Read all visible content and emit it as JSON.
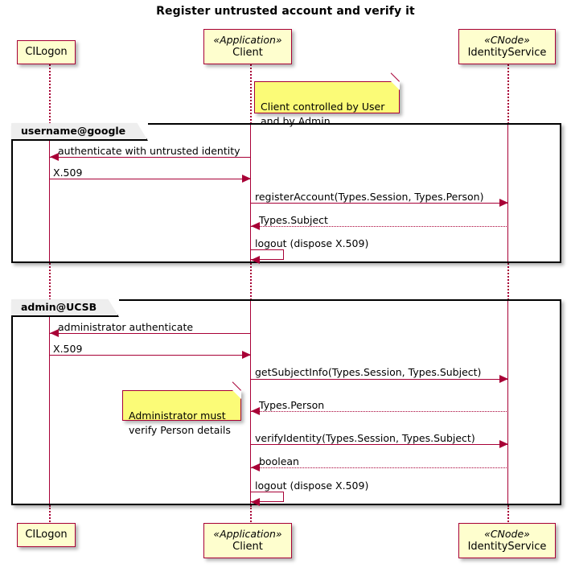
{
  "diagram": {
    "title": "Register untrusted account and verify it",
    "type": "sequence-diagram"
  },
  "colors": {
    "participant_fill": "#FEFECE",
    "participant_border": "#A80036",
    "note_fill": "#FBFB77",
    "arrow": "#A80036",
    "group_border": "#000000",
    "group_tab_fill": "#EEEEEE"
  },
  "participants": [
    {
      "id": "cilogon",
      "stereotype": "",
      "name": "CILogon"
    },
    {
      "id": "client",
      "stereotype": "«Application»",
      "name": "Client"
    },
    {
      "id": "identityservice",
      "stereotype": "«CNode»",
      "name": "IdentityService"
    }
  ],
  "notes": [
    {
      "id": "note-client-control",
      "text": "Client controlled by User\nand by Admin"
    },
    {
      "id": "note-admin-verify",
      "text": "Administrator must\nverify Person details"
    }
  ],
  "groups": [
    {
      "id": "group-username-google",
      "label": "username@google",
      "messages": [
        {
          "text": "authenticate with untrusted identity",
          "kind": "sync",
          "direction": "rtl"
        },
        {
          "text": "X.509",
          "kind": "sync",
          "direction": "ltr"
        },
        {
          "text": "registerAccount(Types.Session, Types.Person)",
          "kind": "sync",
          "direction": "ltr"
        },
        {
          "text": "Types.Subject",
          "kind": "return",
          "direction": "rtl"
        },
        {
          "text": "logout (dispose X.509)",
          "kind": "self",
          "direction": "self"
        }
      ]
    },
    {
      "id": "group-admin-ucsb",
      "label": "admin@UCSB",
      "messages": [
        {
          "text": "administrator authenticate",
          "kind": "sync",
          "direction": "rtl"
        },
        {
          "text": "X.509",
          "kind": "sync",
          "direction": "ltr"
        },
        {
          "text": "getSubjectInfo(Types.Session, Types.Subject)",
          "kind": "sync",
          "direction": "ltr"
        },
        {
          "text": "Types.Person",
          "kind": "return",
          "direction": "rtl"
        },
        {
          "text": "verifyIdentity(Types.Session, Types.Subject)",
          "kind": "sync",
          "direction": "ltr"
        },
        {
          "text": "boolean",
          "kind": "return",
          "direction": "rtl"
        },
        {
          "text": "logout (dispose X.509)",
          "kind": "self",
          "direction": "self"
        }
      ]
    }
  ]
}
